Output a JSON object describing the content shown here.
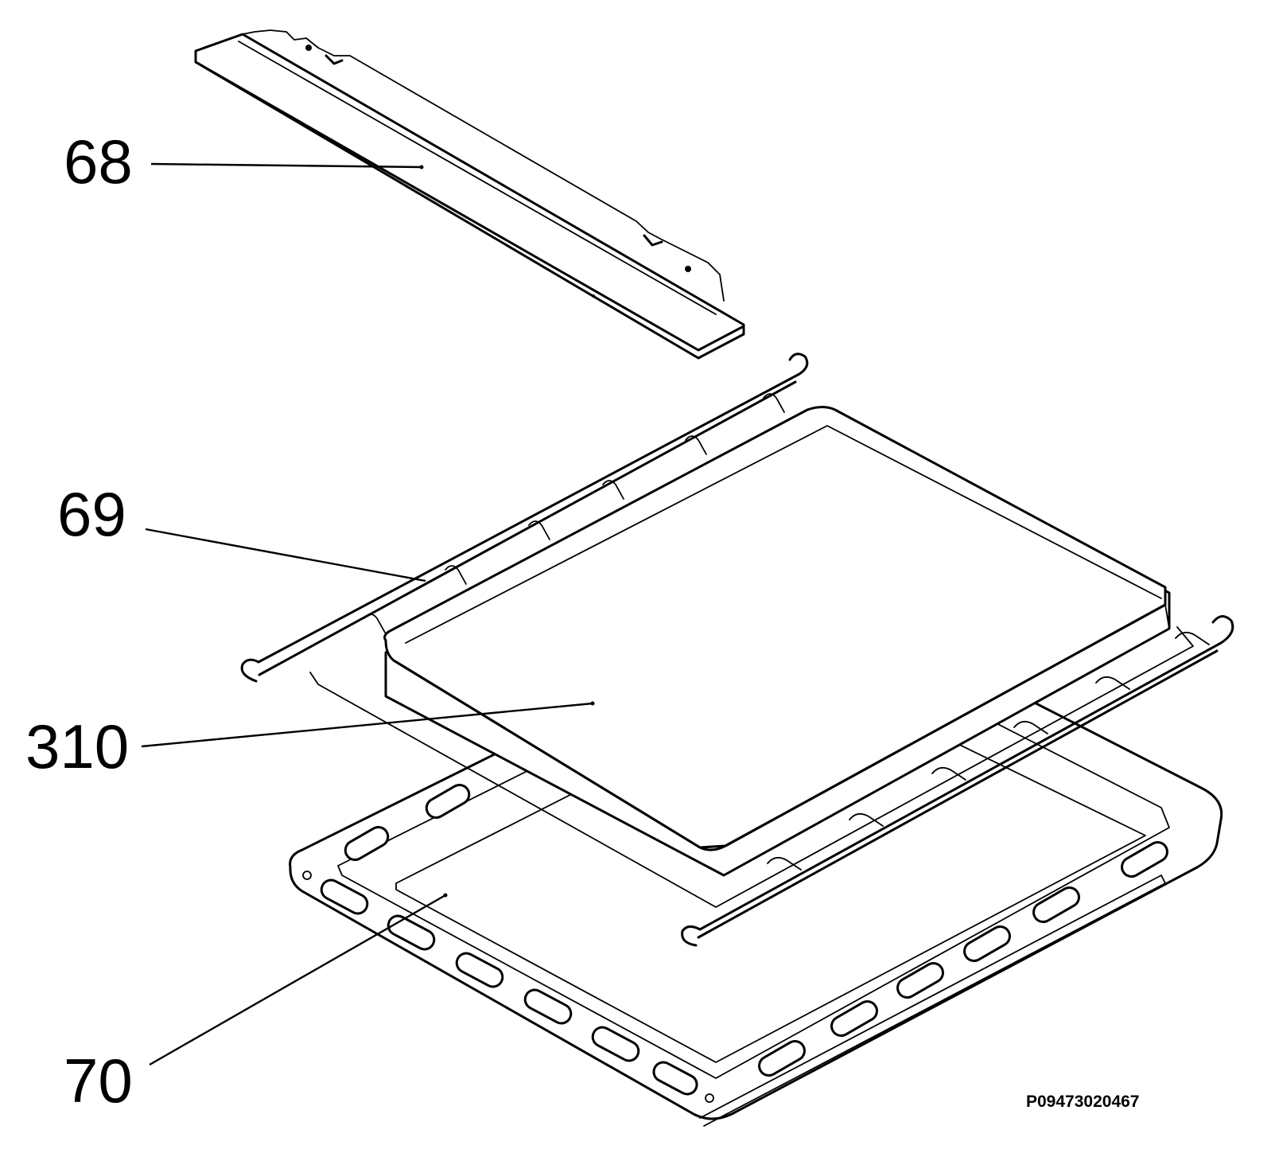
{
  "diagram": {
    "callouts": {
      "part_68": "68",
      "part_69": "69",
      "part_310": "310",
      "part_70": "70"
    },
    "reference_code": "P09473020467"
  }
}
